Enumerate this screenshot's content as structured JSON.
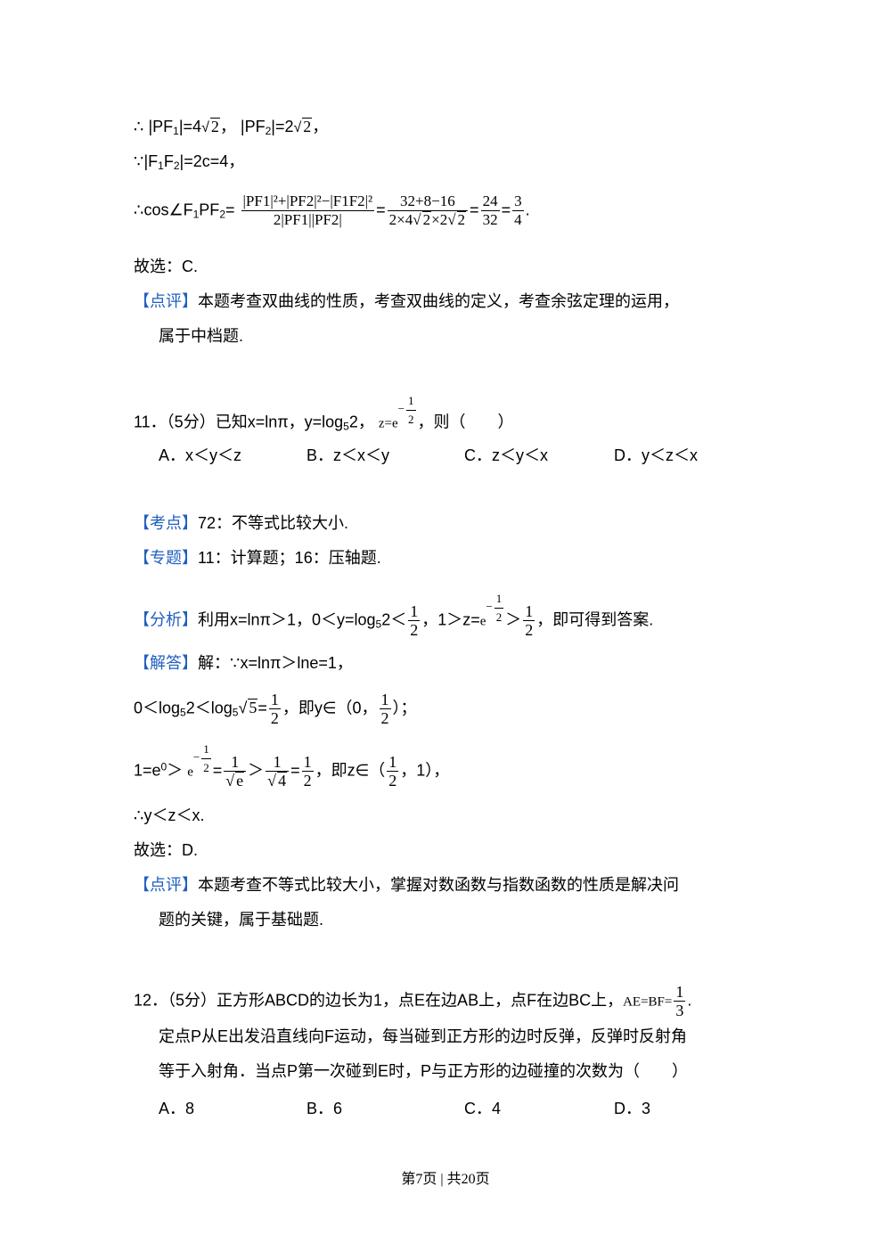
{
  "sol10": {
    "line1_a": "∴",
    "line1_b": "PF",
    "line1_sub1": "1",
    "line1_c": "=4",
    "line1_rad1": "2",
    "line1_d": "，",
    "line1_e": "PF",
    "line1_sub2": "2",
    "line1_f": "=2",
    "line1_rad2": "2",
    "line1_g": "，",
    "line2_a": "∵",
    "line2_b": "F",
    "line2_sub1": "1",
    "line2_c": "F",
    "line2_sub2": "2",
    "line2_d": "=2c=4，",
    "line3_prefix": "∴cos∠F",
    "line3_sub1": "1",
    "line3_mid": "PF",
    "line3_sub2": "2",
    "line3_eq": "=",
    "frac1_num": "|PF1|²+|PF2|²−|F1F2|²",
    "frac1_den": "2|PF1||PF2|",
    "frac2_num": "32+8−16",
    "frac2_den_a": "2×4",
    "frac2_den_rad1": "2",
    "frac2_den_b": "×2",
    "frac2_den_rad2": "2",
    "frac3_num": "24",
    "frac3_den": "32",
    "frac4_num": "3",
    "frac4_den": "4",
    "line3_end": ".",
    "choice": "故选：C.",
    "comment_tag": "【点评】",
    "comment_1": "本题考查双曲线的性质，考查双曲线的定义，考查余弦定理的运用，",
    "comment_2": "属于中档题."
  },
  "q11": {
    "stem_a": "11．（5分）已知x=lnπ，y=log",
    "stem_sub": "5",
    "stem_b": "2，",
    "stem_z": "z=e",
    "stem_pow_num": "1",
    "stem_pow_den": "2",
    "stem_c": "，则（　　）",
    "options": [
      "A．x＜y＜z",
      "B．z＜x＜y",
      "C．z＜y＜x",
      "D．y＜z＜x"
    ],
    "kaodian_tag": "【考点】",
    "kaodian": "72：不等式比较大小.",
    "zhuanti_tag": "【专题】",
    "zhuanti": "11：计算题；16：压轴题.",
    "fenxi_tag": "【分析】",
    "fenxi_a": "利用x=lnπ＞1，0＜y=log",
    "fenxi_sub": "5",
    "fenxi_b": "2＜",
    "fenxi_c": "，1＞z=",
    "fenxi_d": "＞",
    "fenxi_e": "，即可得到答案.",
    "jieda_tag": "【解答】",
    "jieda_1": "解：∵x=lnπ＞lne=1，",
    "j2_a": "0＜log",
    "j2_sub1": "5",
    "j2_b": "2＜log",
    "j2_sub2": "5",
    "j2_rad": "5",
    "j2_c": "=",
    "j2_d": "，即y∈（0，",
    "j2_e": "）；",
    "j3_a": "1=e",
    "j3_sup": "0",
    "j3_b": "＞",
    "j3_c": "=",
    "j3_rad1": "e",
    "j3_d": "＞",
    "j3_rad2": "4",
    "j3_e": "=",
    "j3_f": "，即z∈（",
    "j3_g": "，1），",
    "j4": "∴y＜z＜x.",
    "choice": "故选：D.",
    "comment_tag": "【点评】",
    "comment_1": "本题考查不等式比较大小，掌握对数函数与指数函数的性质是解决问",
    "comment_2": "题的关键，属于基础题.",
    "half_num": "1",
    "half_den": "2",
    "one": "1",
    "e": "e"
  },
  "q12": {
    "stem_1a": "12．（5分）正方形ABCD的边长为1，点E在边AB上，点F在边BC上，",
    "stem_1b": "AE=BF=",
    "stem_1_num": "1",
    "stem_1_den": "3",
    "stem_1c": ".",
    "stem_2": "定点P从E出发沿直线向F运动，每当碰到正方形的边时反弹，反弹时反射角",
    "stem_3": "等于入射角．当点P第一次碰到E时，P与正方形的边碰撞的次数为（　　）",
    "options": [
      "A．8",
      "B．6",
      "C．4",
      "D．3"
    ]
  },
  "footer": "第7页 | 共20页"
}
